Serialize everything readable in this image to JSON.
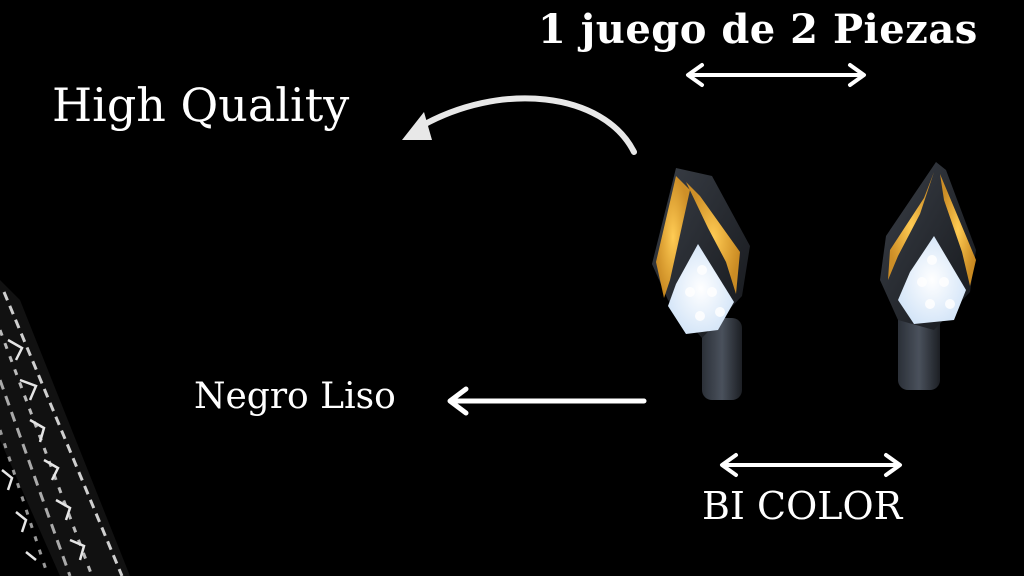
{
  "texts": {
    "title": "1 juego de 2 Piezas",
    "quality": "High  Quality",
    "finish": "Negro Liso",
    "color_mode": "BI COLOR"
  },
  "colors": {
    "background": "#000000",
    "text": "#ffffff",
    "amber": "#f5a623",
    "white_led": "#e8f3ff"
  },
  "icons": {
    "tire": "tire-tread-icon",
    "left_light": "turn-signal-light-icon",
    "right_light": "turn-signal-light-icon"
  }
}
